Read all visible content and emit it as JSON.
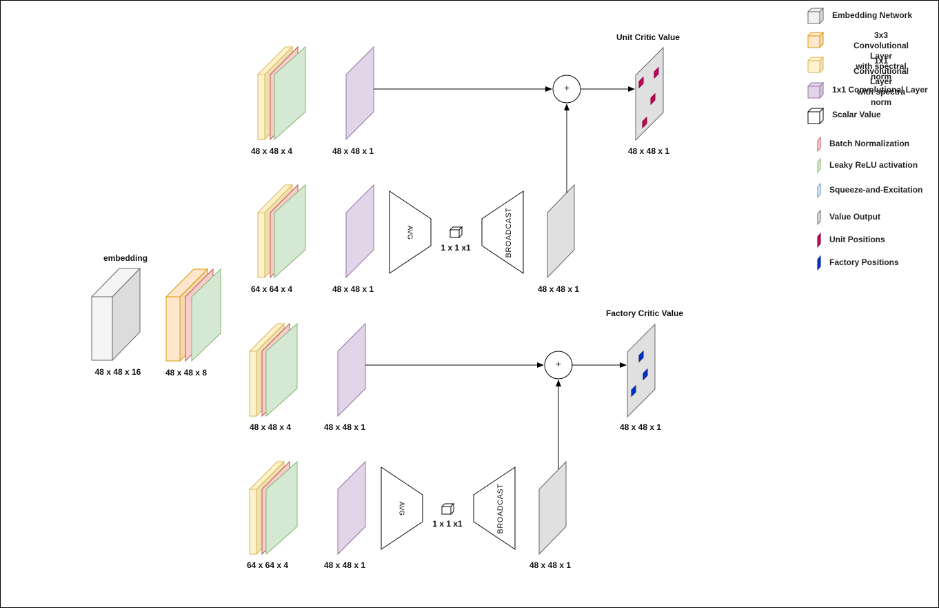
{
  "embedding": {
    "title": "embedding",
    "size": "48 x 48 x 16"
  },
  "stem": {
    "size": "48 x 48 x 8"
  },
  "unit_branch": {
    "head": {
      "conv_size": "48 x 48 x 4",
      "out_size": "48 x 48 x 1"
    },
    "pool": {
      "conv_size": "64 x 64 x 4",
      "out_size": "48 x 48 x 1",
      "avg_label": "AVG",
      "scalar_size": "1 x 1 x1",
      "broadcast_label": "BROADCAST",
      "value_size": "48 x 48 x 1"
    },
    "sum_symbol": "+",
    "result_title": "Unit Critic Value",
    "result_size": "48 x 48 x 1"
  },
  "factory_branch": {
    "head": {
      "conv_size": "48 x 48 x 4",
      "out_size": "48 x 48 x 1"
    },
    "pool": {
      "conv_size": "64 x 64 x 4",
      "out_size": "48 x 48 x 1",
      "avg_label": "AVG",
      "scalar_size": "1 x 1 x1",
      "broadcast_label": "BROADCAST",
      "value_size": "48 x 48 x 1"
    },
    "sum_symbol": "+",
    "result_title": "Factory Critic Value",
    "result_size": "48 x 48 x 1"
  },
  "legend": [
    {
      "label": "Embedding Network",
      "swatch": "cube",
      "color": "#f0f0f0",
      "border": "#666666"
    },
    {
      "label": "3x3 Convolutional Layer\nwith spectral norm",
      "swatch": "cube",
      "color": "#ffe6cc",
      "border": "#d79b00"
    },
    {
      "label": "1x1 Convolutional Layer\nwith spectra norm",
      "swatch": "cube",
      "color": "#fff2cc",
      "border": "#d6b656"
    },
    {
      "label": "1x1 Convolutional Layer",
      "swatch": "cube",
      "color": "#e1d5e7",
      "border": "#9673a6"
    },
    {
      "label": "Scalar Value",
      "swatch": "cube",
      "color": "#ffffff",
      "border": "#000000"
    },
    {
      "label": "Batch Normalization",
      "swatch": "slab",
      "color": "#f8cecc",
      "border": "#b85450"
    },
    {
      "label": "Leaky ReLU activation",
      "swatch": "slab",
      "color": "#d5e8d4",
      "border": "#82b366"
    },
    {
      "label": "Squeeze-and-Excitation",
      "swatch": "slab",
      "color": "#dae8fc",
      "border": "#6c8ebf"
    },
    {
      "label": "Value Output",
      "swatch": "slab",
      "color": "#e0e0e0",
      "border": "#666666"
    },
    {
      "label": "Unit Positions",
      "swatch": "slab",
      "color": "#c0085a",
      "border": "#8a0040"
    },
    {
      "label": "Factory Positions",
      "swatch": "slab",
      "color": "#0033cc",
      "border": "#001f7a"
    }
  ]
}
